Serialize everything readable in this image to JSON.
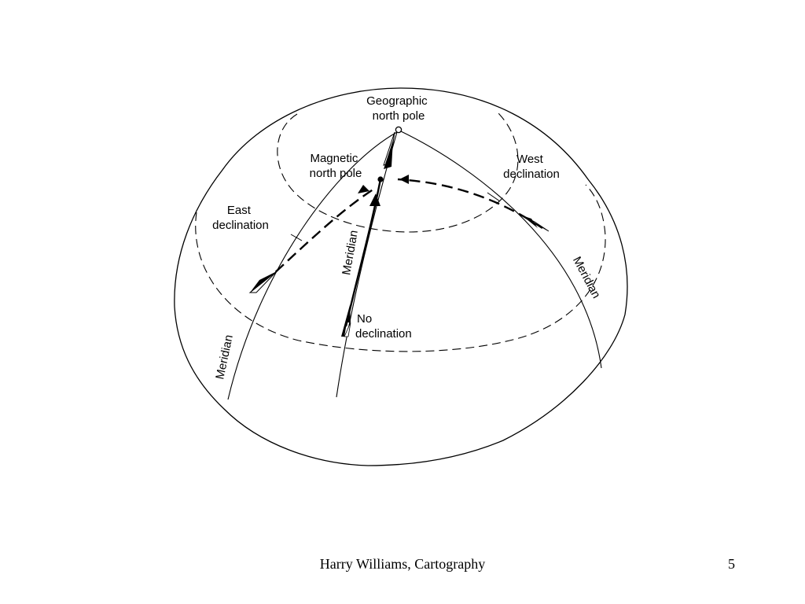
{
  "diagram": {
    "labels": {
      "geographic_pole": [
        "Geographic",
        "north pole"
      ],
      "magnetic_pole": [
        "Magnetic",
        "north pole"
      ],
      "east_declination": [
        "East",
        "declination"
      ],
      "west_declination": [
        "West",
        "declination"
      ],
      "no_declination": [
        "No",
        "declination"
      ],
      "meridian_left": "Meridian",
      "meridian_center": "Meridian",
      "meridian_right": "Meridian"
    }
  },
  "footer": {
    "title": "Harry Williams, Cartography",
    "page_number": "5"
  }
}
